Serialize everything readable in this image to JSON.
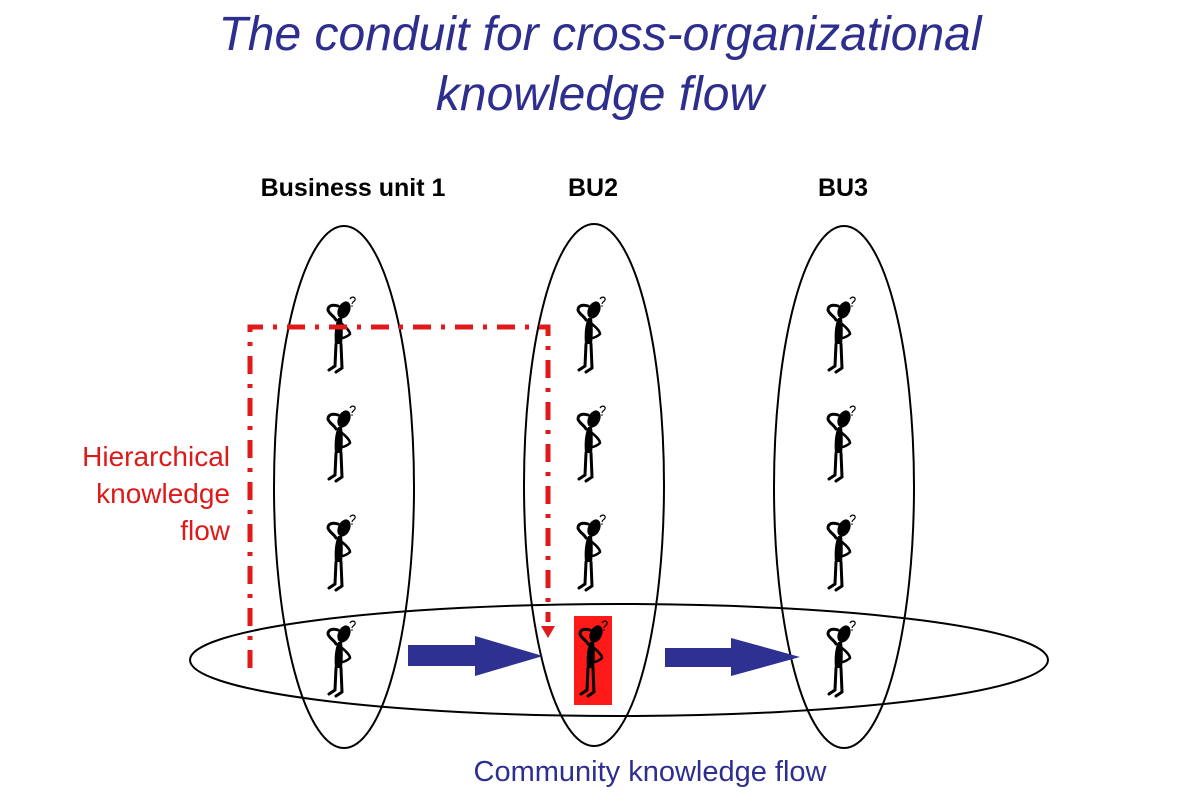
{
  "title": {
    "line1": "The conduit for cross-organizational",
    "line2": "knowledge flow"
  },
  "business_units": [
    {
      "label": "Business unit 1",
      "people": 4
    },
    {
      "label": "BU2",
      "people": 4,
      "highlighted_person_index": 3
    },
    {
      "label": "BU3",
      "people": 4
    }
  ],
  "hierarchical_flow": {
    "label_lines": [
      "Hierarchical",
      "knowledge",
      "flow"
    ],
    "color": "#e01a1a",
    "from": "Business unit 1",
    "to": "BU2"
  },
  "community_flow": {
    "label": "Community knowledge flow",
    "color": "#2e2e8e",
    "arrows": [
      {
        "from": "Business unit 1",
        "to": "BU2"
      },
      {
        "from": "BU2",
        "to": "BU3"
      }
    ]
  },
  "colors": {
    "title": "#2e2e8e",
    "highlight": "#ff1a1a",
    "outline": "#000000"
  }
}
